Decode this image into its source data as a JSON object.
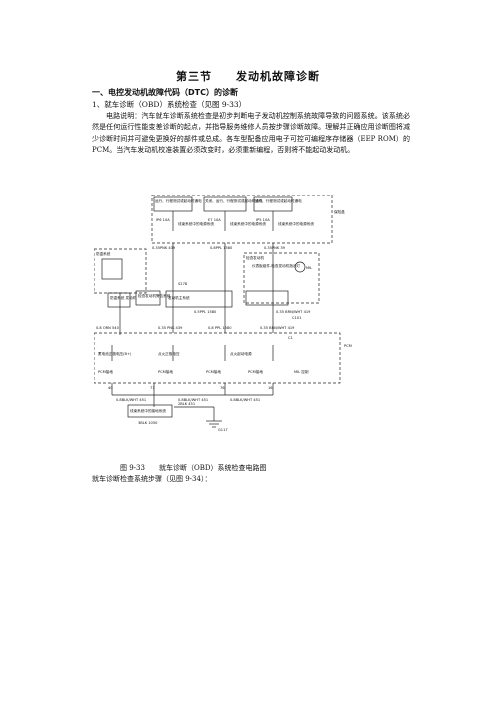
{
  "section_title": "第三节　　发动机故障诊断",
  "heading1": "一、电控发动机故障代码（DTC）的诊断",
  "heading2": "1、就车诊断（OBD）系统检查（见图 9-33）",
  "paragraph": "电路说明：汽车就车诊断系统检查是初步判断电子发动机控制系统故障导致的问题系统。该系统必然是任何运行性能变差诊断的起点，并指导服务维修人员按步骤诊断故障。理解并正确应用诊断图将减少诊断时间并可避免更换好的部件或总成。各车型配备应用电子可控可编程序存储器（EEP ROM）的 PCM。当汽车发动机校准装置必须改变时，必须重新编程，否则将不能起动发动机。",
  "diagram": {
    "box_run1": "运行、行程测试或起动时通电",
    "box_run2": "关闭、运行、行程测试或起动时通电",
    "box_run3": "运行、行程测试或起动时通电",
    "fuse_box": "保险盒",
    "f1": "IP6 10A",
    "f2": "E7 10A",
    "f3": "IP5 10A",
    "wire1": "0.35PNK 439",
    "wire2": "0.8PPL 1580",
    "wire3": "0.35PNK 39",
    "fuse_label1": "线束系统中的电源系统",
    "fuse_label2": "线束系统中的电源系统",
    "fuse_label3": "线束系统中的电源系统",
    "dtc_lamp": "检查发动机",
    "immob": "防盗系统",
    "s278": "S278",
    "wire4": "0.5PPL 1580",
    "mil_box": "仪表板组件-检查发动机指示灯",
    "mil": "MIL",
    "wire5": "0.35 BRN/WHT 419",
    "c101": "C101",
    "theft_box": "防盗系统 发动机",
    "gnd_box": "检查发动机警告系统",
    "engine_box": "发动机主系统",
    "wire6": "0.8 ORN 540",
    "wire7": "0.35 PNK 439",
    "wire8": "0.8 PPL 1580",
    "wire9": "0.35 BRN/WHT 419",
    "c1": "C1",
    "pcm_box": "PCM",
    "pwr1": "蓄电池正极电压(B+)",
    "pwr2": "点火正极电压",
    "pwr3": "点火起动电源",
    "pcm_gnd1": "PCM接地",
    "pcm_gnd2": "PCM接地",
    "pcm_gnd3": "PCM接地",
    "pcm_gnd4": "PCM接地",
    "mil_ctrl": "MIL 控制",
    "pins": [
      "40",
      "77",
      "76",
      "16"
    ],
    "wire10": "0.8BLK/WHT 451",
    "wire11": "0.8BLK/WHT 451",
    "wire12": "0.8BLK/WHT 451",
    "harness": "线束系统中的接地系统",
    "wire13": "2BLK 451",
    "g117": "G117",
    "gnd_label": "3BLK 1050"
  },
  "caption": "图 9-33　　就车诊断（OBD）系统检查电路图",
  "step": "就车诊断检查系统步骤（见图 9-34）："
}
